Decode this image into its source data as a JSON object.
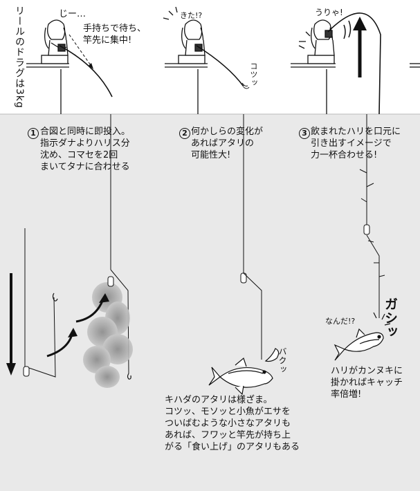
{
  "vertical_label": "リールのドラグは3kg",
  "panel1": {
    "sound": "じー…",
    "speech": "手持ちで待ち、\n竿先に集中!",
    "step_number": "1",
    "instruction": "合図と同時に即投入。\n指示ダナよりハリス分\n沈め、コマセを2回\nまいてタナに合わせる"
  },
  "panel2": {
    "sound": "きた!?",
    "rod_sound": "コツッ",
    "step_number": "2",
    "instruction": "何かしらの変化が\nあればアタリの\n可能性大!",
    "bite_sound": "バクッ",
    "note": "キハダのアタリは様ざま。\nコツッ、モソッと小魚がエサを\nついばむような小さなアタリも\nあれば、フワッと竿先が持ち上\nがる「食い上げ」のアタリもある"
  },
  "panel3": {
    "sound": "うりゃ!",
    "step_number": "3",
    "instruction": "飲まれたハリを口元に\n引き出すイメージで\n力一杯合わせる!",
    "hook_sound": "ガシッ",
    "fish_sound": "なんだ!?",
    "note": "ハリがカンヌキに\n掛かればキャッチ\n率倍増!"
  },
  "colors": {
    "sky": "#ffffff",
    "water": "#e9e9e9",
    "line": "#111111",
    "cloud": "#9a9a9a"
  }
}
